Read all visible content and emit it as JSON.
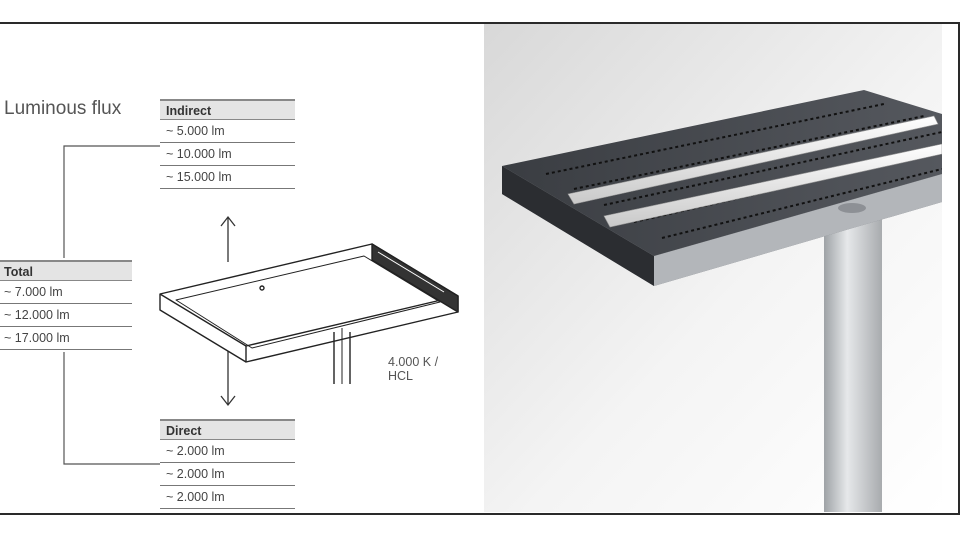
{
  "title": "Luminous flux",
  "indirect": {
    "header": "Indirect",
    "rows": [
      "~ 5.000 lm",
      "~ 10.000 lm",
      "~ 15.000 lm"
    ]
  },
  "total": {
    "header": "Total",
    "rows": [
      "~ 7.000 lm",
      "~ 12.000 lm",
      "~ 17.000 lm"
    ]
  },
  "direct": {
    "header": "Direct",
    "rows": [
      "~ 2.000 lm",
      "~ 2.000 lm",
      "~ 2.000 lm"
    ]
  },
  "color_temperature": {
    "line1": "4.000 K /",
    "line2": "HCL"
  }
}
